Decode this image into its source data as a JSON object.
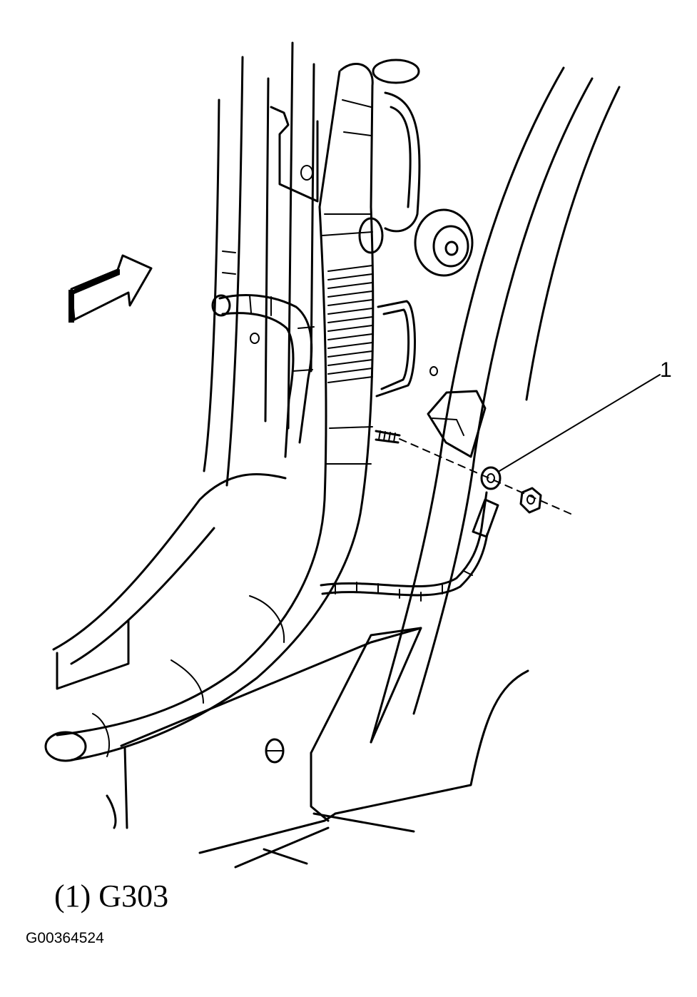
{
  "diagram": {
    "callout_number": "1",
    "caption": "(1) G303",
    "figure_id": "G00364524"
  }
}
